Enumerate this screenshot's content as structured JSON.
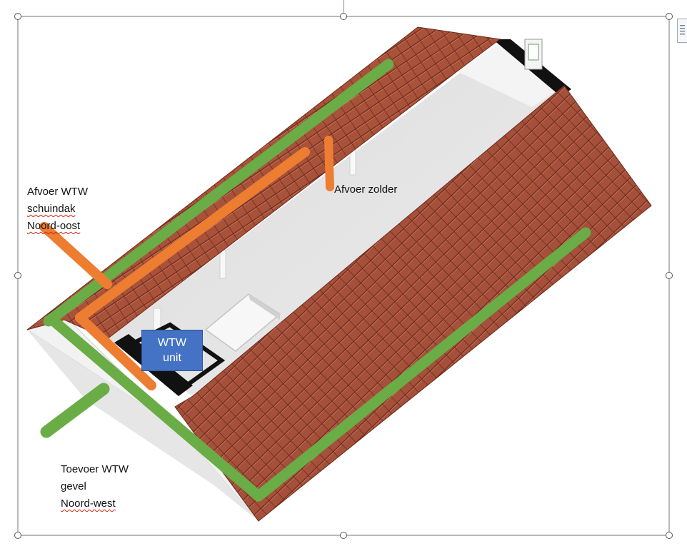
{
  "labels": {
    "afvoer_schuindak": [
      "Afvoer WTW",
      "schuindak",
      "Noord-oost"
    ],
    "afvoer_zolder": "Afvoer zolder",
    "toevoer_gevel": [
      "Toevoer WTW",
      "gevel",
      "Noord-west"
    ],
    "wtw_unit": [
      "WTW",
      "unit"
    ]
  },
  "colors": {
    "roof_tile": "#a8523a",
    "supply_duct": "#6aac46",
    "exhaust_duct": "#ed7d31",
    "wtw_unit": "#4472c4",
    "attic_floor": "#e4e4e4"
  },
  "icons": {
    "selection_handles": "circle-handle",
    "side_tab": "layout-options-icon"
  }
}
